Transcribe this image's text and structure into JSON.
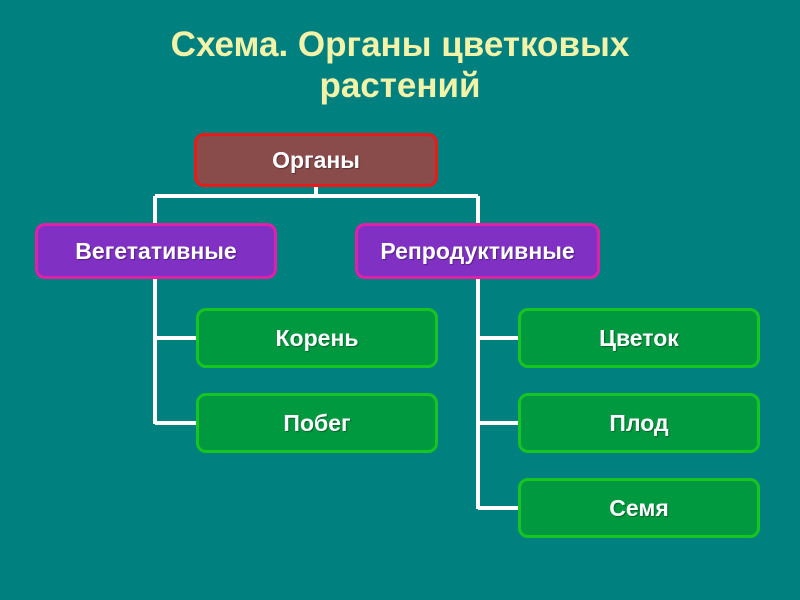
{
  "slide": {
    "background_color": "#00807f",
    "title": "Схема. Органы цветковых\nрастений",
    "title_color": "#f2f2a8"
  },
  "diagram": {
    "type": "hierarchy-tree",
    "connector_color": "#ffffff",
    "root": {
      "label": "Органы",
      "fill_color": "#8a4b4b",
      "border_color": "#e81a1a"
    },
    "branches": [
      {
        "label": "Вегетативные",
        "fill_color": "#8031c4",
        "border_color": "#e020a8",
        "children": [
          {
            "label": "Корень",
            "fill_color": "#00993f",
            "border_color": "#16c422"
          },
          {
            "label": "Побег",
            "fill_color": "#00993f",
            "border_color": "#16c422"
          }
        ]
      },
      {
        "label": "Репродуктивные",
        "fill_color": "#8031c4",
        "border_color": "#e020a8",
        "children": [
          {
            "label": "Цветок",
            "fill_color": "#00993f",
            "border_color": "#16c422"
          },
          {
            "label": "Плод",
            "fill_color": "#00993f",
            "border_color": "#16c422"
          },
          {
            "label": "Семя",
            "fill_color": "#00993f",
            "border_color": "#16c422"
          }
        ]
      }
    ]
  }
}
